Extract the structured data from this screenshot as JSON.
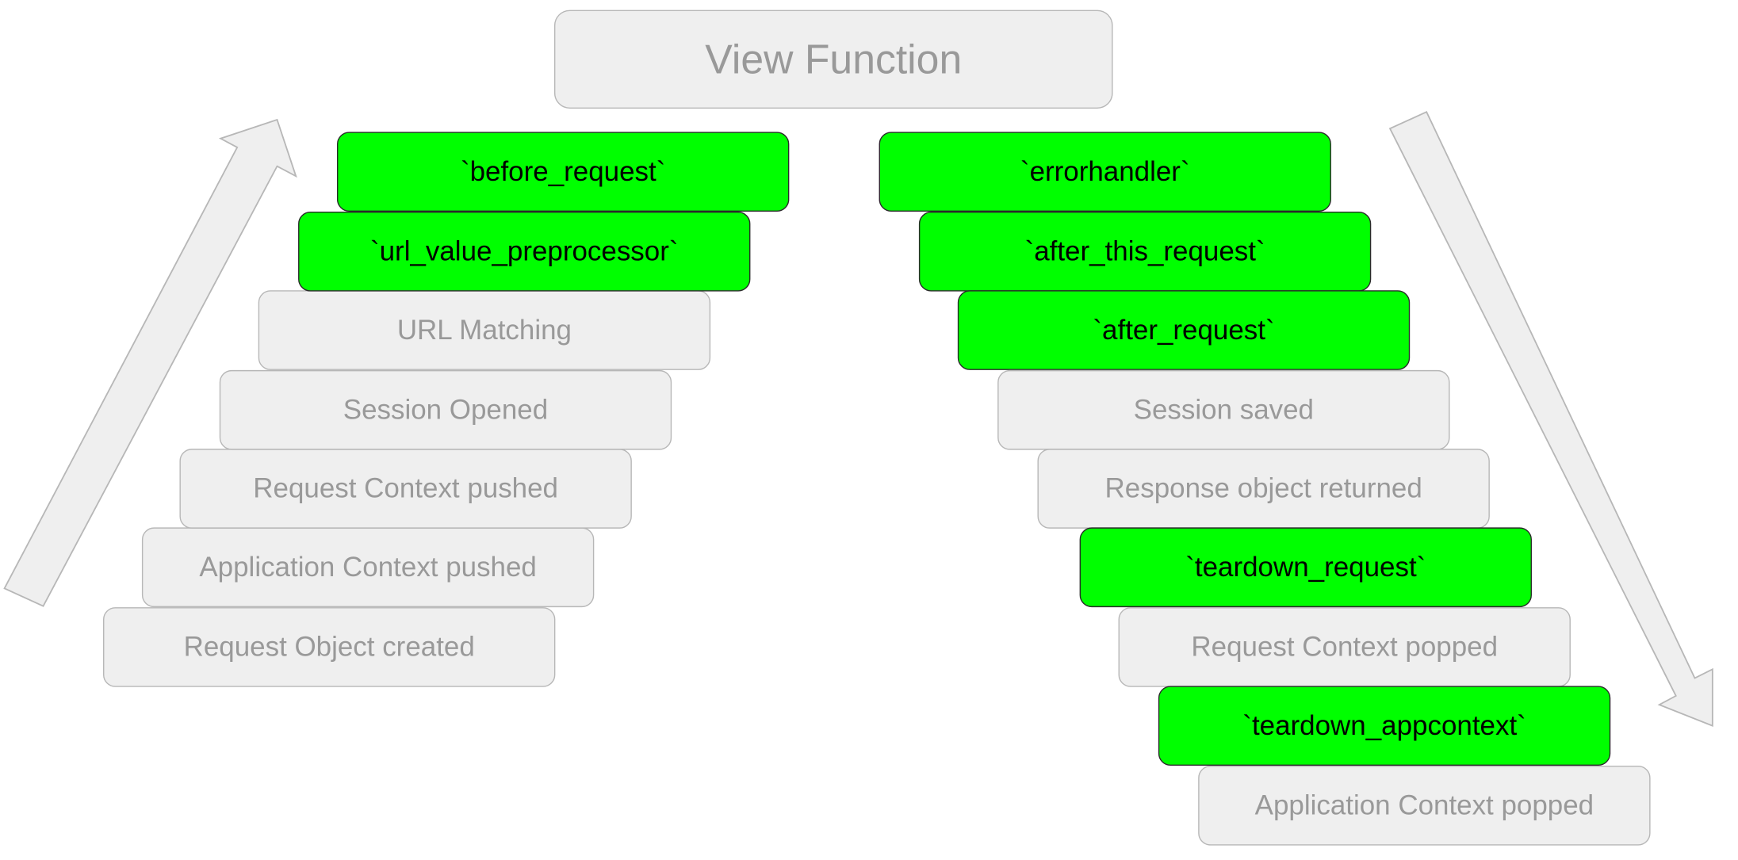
{
  "diagram": {
    "title": "View Function",
    "request_side": [
      {
        "label": "`before_request`",
        "kind": "hook"
      },
      {
        "label": "`url_value_preprocessor`",
        "kind": "hook"
      },
      {
        "label": "URL Matching",
        "kind": "step"
      },
      {
        "label": "Session Opened",
        "kind": "step"
      },
      {
        "label": "Request Context pushed",
        "kind": "step"
      },
      {
        "label": "Application Context pushed",
        "kind": "step"
      },
      {
        "label": "Request Object created",
        "kind": "step"
      }
    ],
    "response_side": [
      {
        "label": "`errorhandler`",
        "kind": "hook"
      },
      {
        "label": "`after_this_request`",
        "kind": "hook"
      },
      {
        "label": "`after_request`",
        "kind": "hook"
      },
      {
        "label": "Session saved",
        "kind": "step"
      },
      {
        "label": "Response object returned",
        "kind": "step"
      },
      {
        "label": "`teardown_request`",
        "kind": "hook"
      },
      {
        "label": "Request Context popped",
        "kind": "step"
      },
      {
        "label": "`teardown_appcontext`",
        "kind": "hook"
      },
      {
        "label": "Application Context popped",
        "kind": "step"
      }
    ],
    "colors": {
      "hook_fill": "#00ff00",
      "hook_border": "#2a2a2a",
      "hook_text": "#000000",
      "step_fill": "#efefef",
      "step_border": "#b7b7b7",
      "step_text": "#999999",
      "arrow_fill": "#efefef",
      "arrow_border": "#b7b7b7"
    }
  }
}
